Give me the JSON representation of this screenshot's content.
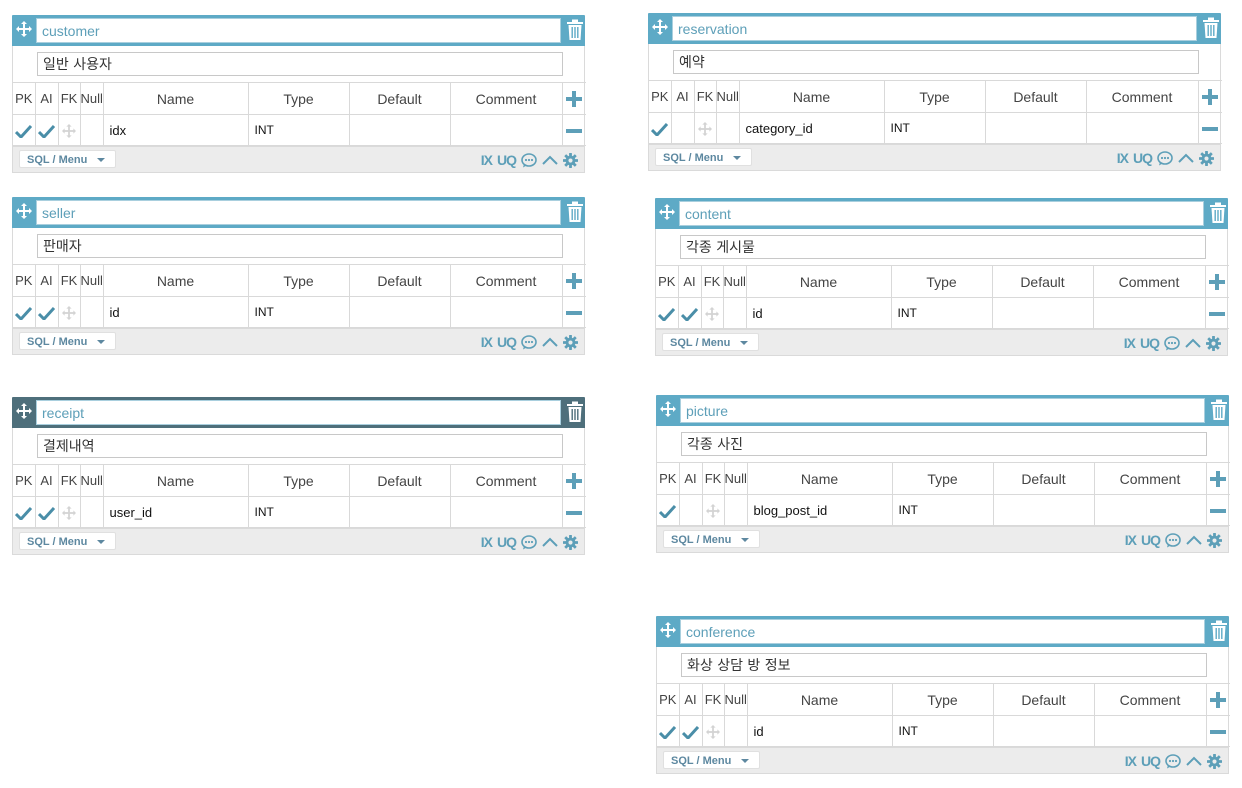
{
  "column_headers": {
    "pk": "PK",
    "ai": "AI",
    "fk": "FK",
    "null": "Null",
    "name": "Name",
    "type": "Type",
    "default": "Default",
    "comment": "Comment"
  },
  "footer": {
    "sql_menu": "SQL / Menu",
    "ix": "IX",
    "uq": "UQ"
  },
  "colors": {
    "header": "#5eaac6",
    "header_selected": "#4e6f7b",
    "icon": "#5d9fb8",
    "check": "#4a8ea8"
  },
  "tables": {
    "customer": {
      "name": "customer",
      "comment": "일반 사용자",
      "column": {
        "name": "idx",
        "type": "INT",
        "default": "",
        "comment": ""
      },
      "pk": true,
      "ai": true
    },
    "reservation": {
      "name": "reservation",
      "comment": "예약",
      "column": {
        "name": "category_id",
        "type": "INT",
        "default": "",
        "comment": ""
      },
      "pk": true,
      "ai": false
    },
    "seller": {
      "name": "seller",
      "comment": "판매자",
      "column": {
        "name": "id",
        "type": "INT",
        "default": "",
        "comment": ""
      },
      "pk": true,
      "ai": true
    },
    "content": {
      "name": "content",
      "comment": "각종 게시물",
      "column": {
        "name": "id",
        "type": "INT",
        "default": "",
        "comment": ""
      },
      "pk": true,
      "ai": true
    },
    "receipt": {
      "name": "receipt",
      "comment": "결제내역",
      "column": {
        "name": "user_id",
        "type": "INT",
        "default": "",
        "comment": ""
      },
      "pk": true,
      "ai": true,
      "selected": true
    },
    "picture": {
      "name": "picture",
      "comment": "각종 사진",
      "column": {
        "name": "blog_post_id",
        "type": "INT",
        "default": "",
        "comment": ""
      },
      "pk": true,
      "ai": false
    },
    "conference": {
      "name": "conference",
      "comment": "화상 상담 방 정보",
      "column": {
        "name": "id",
        "type": "INT",
        "default": "",
        "comment": ""
      },
      "pk": true,
      "ai": true
    }
  }
}
